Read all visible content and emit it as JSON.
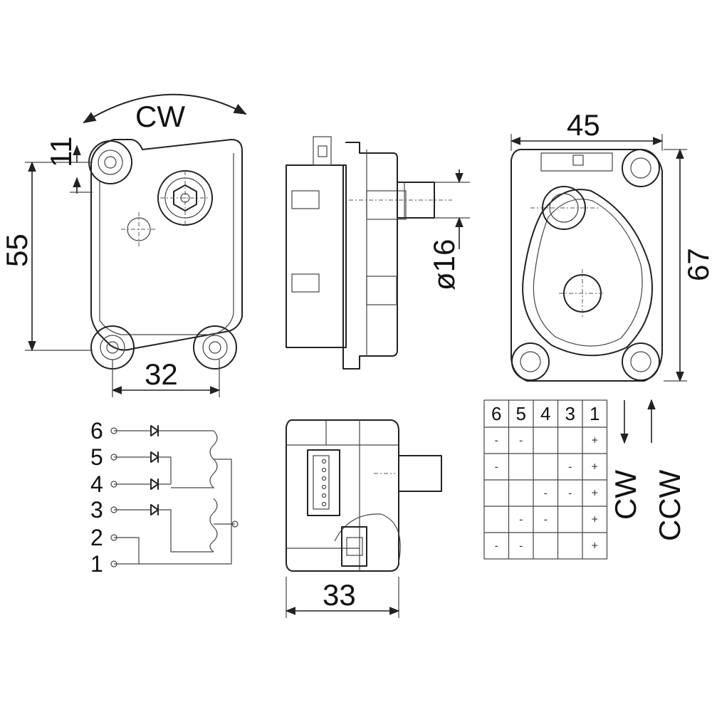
{
  "front_view": {
    "rotation_label": "CW",
    "dim_height": "55",
    "dim_offset": "11",
    "dim_width": "32"
  },
  "side_view": {
    "dim_shaft_diameter": "ø16"
  },
  "rear_view": {
    "dim_width": "45",
    "dim_height": "67"
  },
  "bottom_view": {
    "dim_width": "33"
  },
  "schematic": {
    "pins": [
      "6",
      "5",
      "4",
      "3",
      "2",
      "1"
    ]
  },
  "switching_table": {
    "headers": [
      "6",
      "5",
      "4",
      "3",
      "1"
    ],
    "rows": [
      [
        "-",
        "-",
        "",
        "",
        "+"
      ],
      [
        "-",
        "",
        "",
        "-",
        "+"
      ],
      [
        "",
        "",
        "-",
        "-",
        "+"
      ],
      [
        "",
        "-",
        "-",
        "",
        "+"
      ],
      [
        "-",
        "-",
        "",
        "",
        "+"
      ]
    ],
    "direction_down_label": "CW",
    "direction_up_label": "CCW"
  }
}
